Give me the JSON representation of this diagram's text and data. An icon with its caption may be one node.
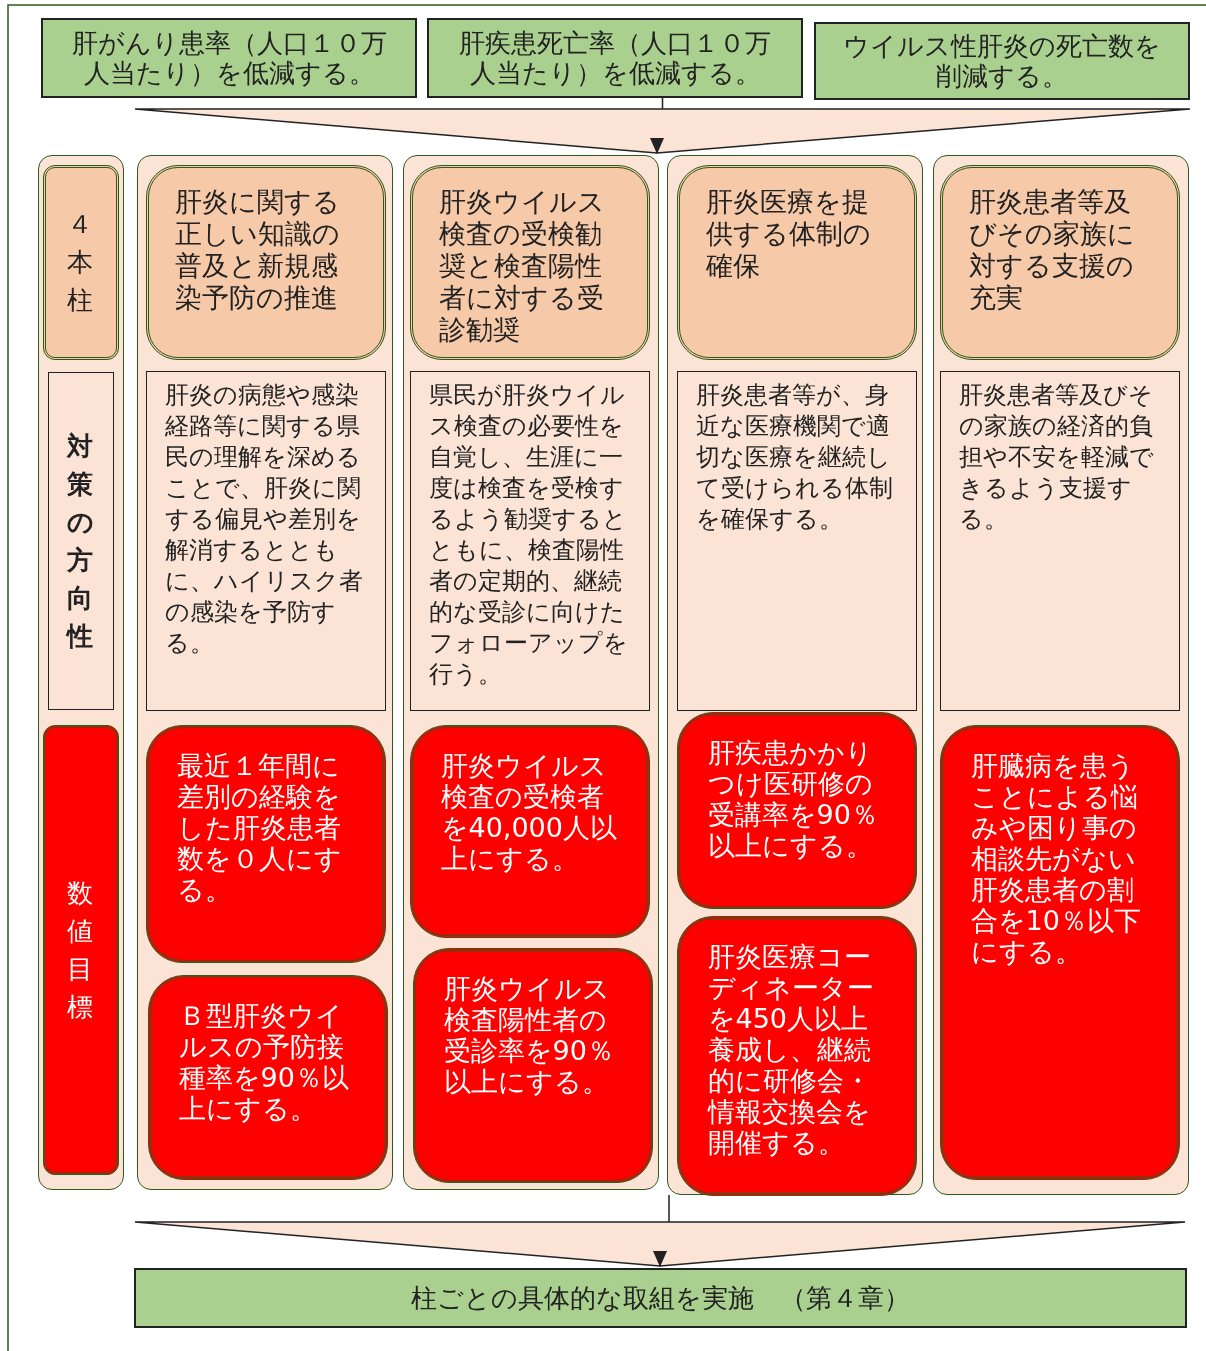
{
  "diagram": {
    "nodes": [
      {
        "text": [
          "肝がんり患率（人口１０万人当たり）を低減する。"
        ]
      },
      {
        "text": [
          "肝疾患死亡率（人口１０万人当たり）を低減する。"
        ]
      },
      {
        "text": [
          "ウイルス性肝炎の死亡数を削減する。"
        ]
      },
      {
        "text": [],
        "shape": "box"
      },
      {
        "text": [
          "４本柱"
        ],
        "in": 3
      },
      {
        "text": [
          "対策の方向性"
        ],
        "in": 3
      },
      {
        "text": [
          "数値目標"
        ],
        "in": 3
      },
      {
        "text": [],
        "shape": "box"
      },
      {
        "text": [
          "肝炎に関する正しい知識の普及と新規感染予防の推進"
        ],
        "in": 7
      },
      {
        "text": [
          "肝炎の病態や感染経路等に関する県民の理解を深めることで、肝炎に関する偏見や差別を解消するとともに、ハイリスク者の感染を予防する。"
        ],
        "in": 7
      },
      {
        "text": [
          "最近１年間に差別の経験をした肝炎患者数を０人にする。"
        ],
        "in": 7
      },
      {
        "text": [
          "Ｂ型肝炎ウイルスの予防接種率を90％以上にする。"
        ],
        "in": 7
      },
      {
        "text": [],
        "shape": "box"
      },
      {
        "text": [
          "肝炎ウイルス検査の受検勧奨と検査陽性者に対する受診勧奨"
        ],
        "in": 12
      },
      {
        "text": [
          "県民が肝炎ウイルス検査の必要性を自覚し、生涯に一度は検査を受検するよう勧奨するとともに、検査陽性者の定期的、継続的な受診に向けたフォローアップを行う。"
        ],
        "in": 12
      },
      {
        "text": [
          "肝炎ウイルス検査の受検者を40,000人以上にする。"
        ],
        "in": 12
      },
      {
        "text": [
          "肝炎ウイルス検査陽性者の受診率を90％以上にする。"
        ],
        "in": 12
      },
      {
        "text": [],
        "shape": "box"
      },
      {
        "text": [
          "肝炎医療を提供する体制の確保"
        ],
        "in": 17
      },
      {
        "text": [
          "肝炎患者等が、身近な医療機関で適切な医療を継続して受けられる体制を確保する。"
        ],
        "in": 17
      },
      {
        "text": [
          "肝疾患かかりつけ医研修の受講率を90％以上にする。"
        ],
        "in": 17
      },
      {
        "text": [
          "肝炎医療コーディネーターを450人以上養成し、継続的に研修会・情報交換会を開催する。"
        ],
        "in": 17
      },
      {
        "text": [],
        "shape": "box"
      },
      {
        "text": [
          "肝炎患者等及びその家族に対する支援の充実"
        ],
        "in": 22
      },
      {
        "text": [
          "肝炎患者等及びその家族の経済的負担や不安を軽減できるよう支援する。"
        ],
        "in": 22
      },
      {
        "text": [
          "肝臓病を患うことによる悩みや困り事の相談先がない肝炎患者の割合を10％以下にする。"
        ],
        "in": 22
      },
      {
        "text": [
          "柱ごとの具体的な取組を実施　（第４章）"
        ]
      }
    ],
    "edges": [
      {
        "from": 1,
        "to": 12,
        "arrow": "to"
      },
      {
        "from": 17,
        "to": 26,
        "arrow": "to"
      }
    ]
  }
}
